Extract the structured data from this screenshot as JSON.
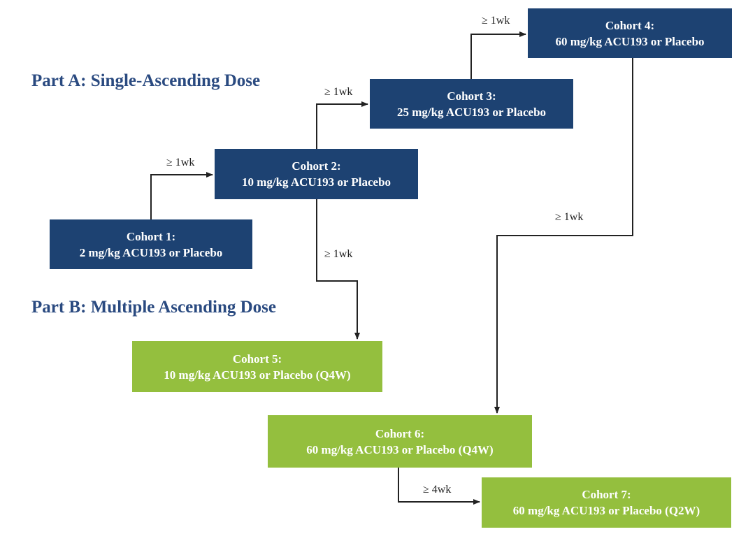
{
  "headings": {
    "part_a": "Part A: Single-Ascending Dose",
    "part_b": "Part B: Multiple Ascending Dose"
  },
  "cohorts": {
    "c1": {
      "title": "Cohort 1:",
      "detail": "2 mg/kg ACU193 or Placebo"
    },
    "c2": {
      "title": "Cohort 2:",
      "detail": "10 mg/kg ACU193 or Placebo"
    },
    "c3": {
      "title": "Cohort 3:",
      "detail": "25 mg/kg ACU193 or Placebo"
    },
    "c4": {
      "title": "Cohort 4:",
      "detail": "60 mg/kg ACU193 or Placebo"
    },
    "c5": {
      "title": "Cohort 5:",
      "detail": "10 mg/kg ACU193 or Placebo (Q4W)"
    },
    "c6": {
      "title": "Cohort 6:",
      "detail": "60 mg/kg ACU193 or Placebo (Q4W)"
    },
    "c7": {
      "title": "Cohort 7:",
      "detail": "60 mg/kg ACU193 or Placebo (Q2W)"
    }
  },
  "intervals": {
    "c1_to_c2": "≥ 1wk",
    "c2_to_c3": "≥ 1wk",
    "c3_to_c4": "≥ 1wk",
    "c2_to_c5": "≥ 1wk",
    "c4_to_c6": "≥ 1wk",
    "c6_to_c7": "≥ 4wk"
  },
  "colors": {
    "single_dose_box": "#1d4272",
    "multiple_dose_box": "#94bf3e",
    "heading": "#2a4a80",
    "connector": "#222222"
  }
}
